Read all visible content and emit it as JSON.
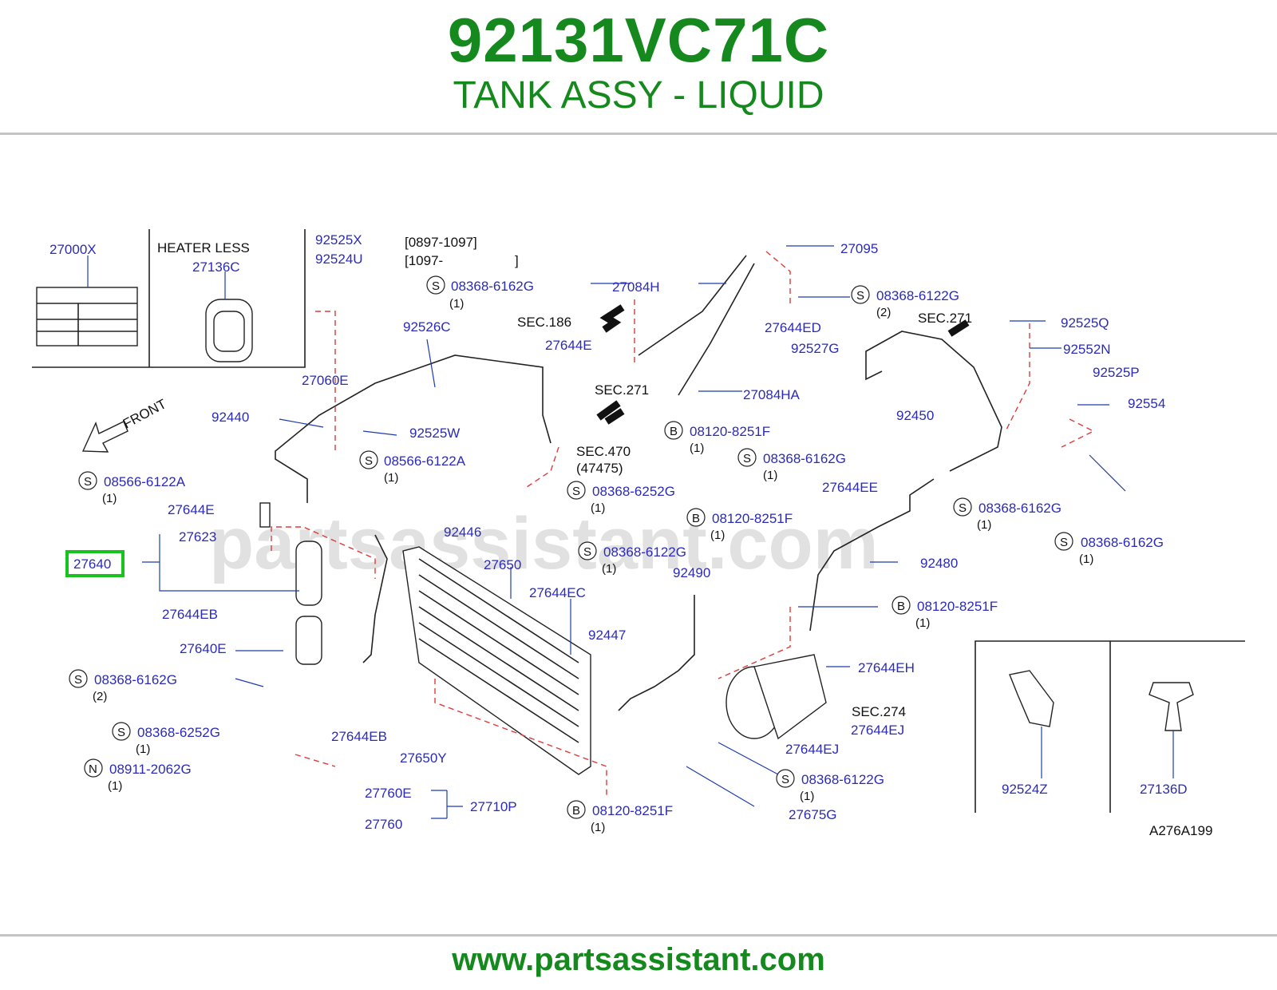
{
  "header": {
    "part_number": "92131VC71C",
    "part_name": "TANK ASSY - LIQUID"
  },
  "footer": {
    "url": "www.partsassistant.com"
  },
  "watermark": "partsassistant.com",
  "colors": {
    "brand_green": "#15891d",
    "label_blue": "#2b2bb8",
    "dash_red": "#e23a3a",
    "highlight": "#19c21f"
  },
  "diagram_code": "A276A199",
  "highlight_part": "27640",
  "inset_left": {
    "title": "HEATER   LESS"
  },
  "date_ranges": [
    "[0897-1097]",
    "[1097-                   ]"
  ],
  "front_label": "FRONT",
  "sections": [
    "SEC.186",
    "SEC.271",
    "SEC.271",
    "SEC.470",
    "(47475)",
    "SEC.274"
  ],
  "labels": [
    "27000X",
    "27136C",
    "92525X",
    "92524U",
    "92526C",
    "27060E",
    "92440",
    "92525W",
    "27644E",
    "27623",
    "27640",
    "27644EB",
    "27640E",
    "92446",
    "27650",
    "27644EC",
    "92447",
    "27644EB",
    "27650Y",
    "27760E",
    "27710P",
    "27760",
    "27084H",
    "27644E",
    "27095",
    "27644ED",
    "92527G",
    "27084HA",
    "92450",
    "92525Q",
    "92552N",
    "92525P",
    "92554",
    "27644EE",
    "92480",
    "92490",
    "27644EH",
    "27644EJ",
    "27644EJ",
    "27675G",
    "92524Z",
    "27136D"
  ],
  "fasteners": [
    {
      "prefix": "S",
      "code": "08368-6162G",
      "qty": "(1)"
    },
    {
      "prefix": "S",
      "code": "08368-6122G",
      "qty": "(2)"
    },
    {
      "prefix": "B",
      "code": "08120-8251F",
      "qty": "(1)"
    },
    {
      "prefix": "S",
      "code": "08368-6162G",
      "qty": "(1)"
    },
    {
      "prefix": "S",
      "code": "08566-6122A",
      "qty": "(1)"
    },
    {
      "prefix": "S",
      "code": "08566-6122A",
      "qty": "(1)"
    },
    {
      "prefix": "S",
      "code": "08368-6252G",
      "qty": "(1)"
    },
    {
      "prefix": "B",
      "code": "08120-8251F",
      "qty": "(1)"
    },
    {
      "prefix": "S",
      "code": "08368-6162G",
      "qty": "(1)"
    },
    {
      "prefix": "S",
      "code": "08368-6162G",
      "qty": "(1)"
    },
    {
      "prefix": "S",
      "code": "08368-6122G",
      "qty": "(1)"
    },
    {
      "prefix": "B",
      "code": "08120-8251F",
      "qty": "(1)"
    },
    {
      "prefix": "S",
      "code": "08368-6162G",
      "qty": "(2)"
    },
    {
      "prefix": "S",
      "code": "08368-6252G",
      "qty": "(1)"
    },
    {
      "prefix": "N",
      "code": "08911-2062G",
      "qty": "(1)"
    },
    {
      "prefix": "B",
      "code": "08120-8251F",
      "qty": "(1)"
    },
    {
      "prefix": "S",
      "code": "08368-6122G",
      "qty": "(1)"
    }
  ]
}
